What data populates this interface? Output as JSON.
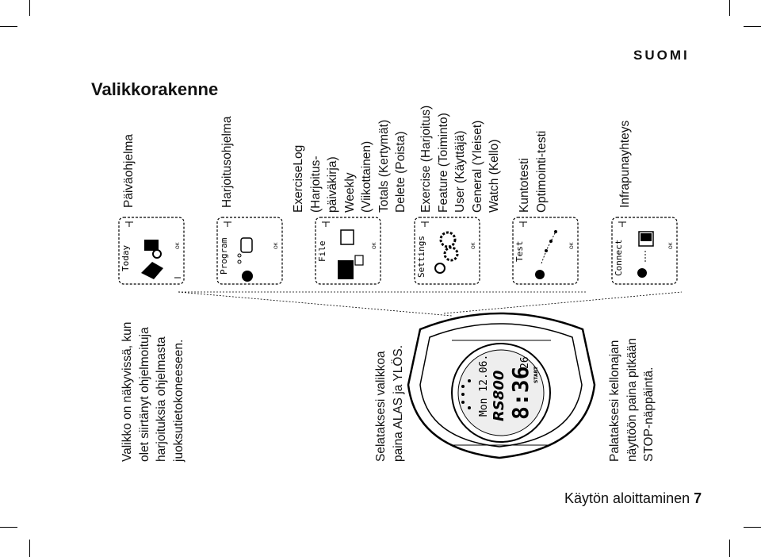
{
  "page": {
    "language": "SUOMI",
    "heading": "Valikkorakenne",
    "footer_text": "Käytön aloittaminen",
    "page_number": "7"
  },
  "notes": {
    "left": [
      "Valikko on näkyvissä, kun",
      "olet siirtänyt ohjelmoituja",
      "harjoituksia ohjelmasta",
      "juoksutietokoneeseen."
    ],
    "middle": [
      "Selataksesi valikkoa",
      "paina ALAS ja YLÖS."
    ],
    "right": [
      "Palataksesi kellonajan",
      "näyttöön paina pitkään",
      "STOP-näppäintä."
    ]
  },
  "menu": [
    {
      "screen_label": "Today",
      "lines": [
        "Päiväohjelma"
      ]
    },
    {
      "screen_label": "Program",
      "lines": [
        "Harjoitusohjelma"
      ]
    },
    {
      "screen_label": "File",
      "lines": [
        "ExerciseLog",
        "(Harjoitus-",
        "päiväkirja)",
        "Weekly",
        "(Viikottainen)",
        "Totals (Kertymät)",
        "Delete (Poista)"
      ]
    },
    {
      "screen_label": "Settings",
      "lines": [
        "Exercise (Harjoitus)",
        "Feature (Toiminto)",
        "User (Käyttäjä)",
        "General (Yleiset)",
        "Watch (Kello)"
      ]
    },
    {
      "screen_label": "Test",
      "lines": [
        "Kuntotesti",
        "Optimointi-testi"
      ]
    },
    {
      "screen_label": "Connect",
      "lines": [
        "Infrapunayhteys"
      ]
    }
  ],
  "screen_ok": "OK",
  "watch": {
    "date": "Mon 12.06.",
    "time": "8:36",
    "seconds": "26",
    "brand": "RS800",
    "button": "START"
  }
}
